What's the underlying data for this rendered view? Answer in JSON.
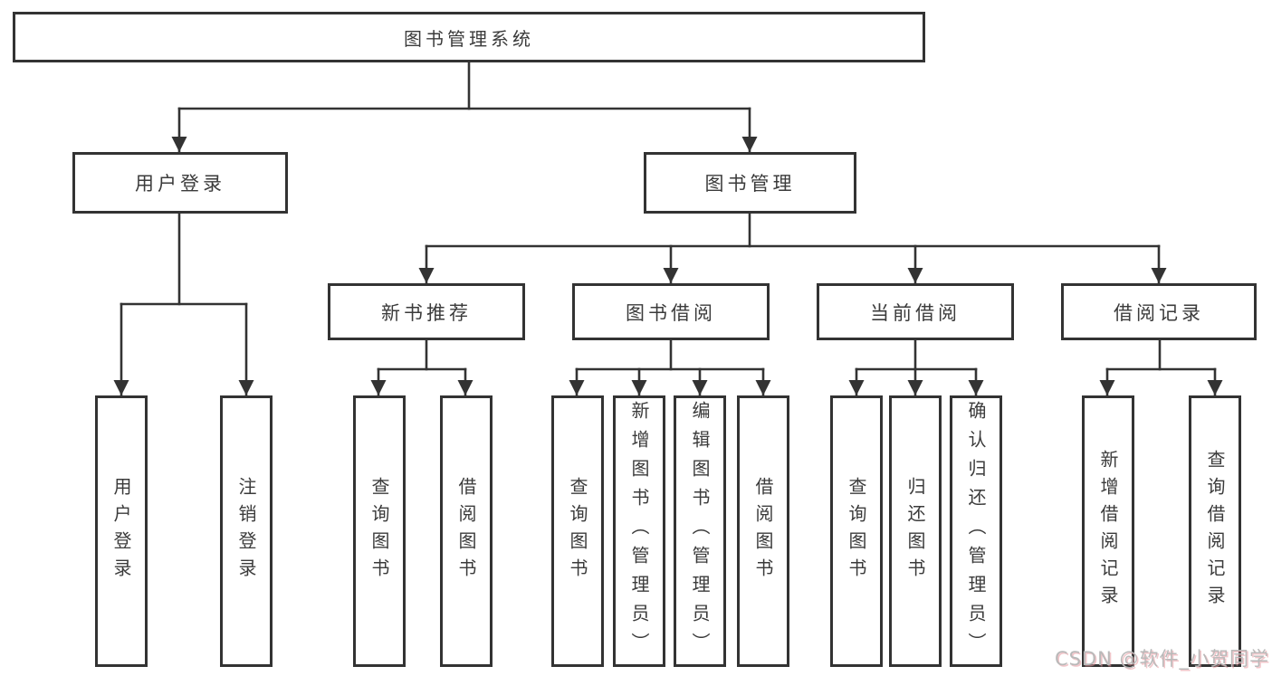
{
  "diagram_title": "图书管理系统",
  "tree": {
    "root": {
      "label": "图书管理系统"
    },
    "branches": [
      {
        "label": "用户登录",
        "children": [
          {
            "label": "用户登录"
          },
          {
            "label": "注销登录"
          }
        ]
      },
      {
        "label": "图书管理",
        "children": [
          {
            "label": "新书推荐",
            "children": [
              {
                "label": "查询图书"
              },
              {
                "label": "借阅图书"
              }
            ]
          },
          {
            "label": "图书借阅",
            "children": [
              {
                "label": "查询图书"
              },
              {
                "label": "新增图书（管理员）"
              },
              {
                "label": "编辑图书（管理员）"
              },
              {
                "label": "借阅图书"
              }
            ]
          },
          {
            "label": "当前借阅",
            "children": [
              {
                "label": "查询图书"
              },
              {
                "label": "归还图书"
              },
              {
                "label": "确认归还（管理员）"
              }
            ]
          },
          {
            "label": "借阅记录",
            "children": [
              {
                "label": "新增借阅记录"
              },
              {
                "label": "查询借阅记录"
              }
            ]
          }
        ]
      }
    ]
  },
  "watermark": {
    "text": "CSDN @软件_小贺同学"
  },
  "colors": {
    "line": "#333333",
    "node_border": "#333333",
    "text": "#3b3b3b",
    "watermark_text": "#b9b9b9",
    "background": "#ffffff"
  }
}
